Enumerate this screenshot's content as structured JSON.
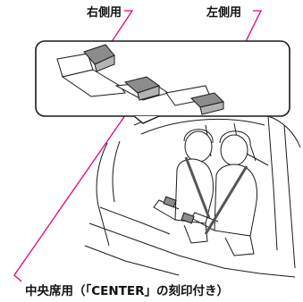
{
  "labels": {
    "right_side": "右側用",
    "left_side": "左側用",
    "center_seat": "中央席用（「CENTER」の刻印付き）"
  },
  "colors": {
    "leader_line": "#e4007f",
    "buckle_fill": "#8c8c8c",
    "outline": "#1a1a1a"
  }
}
